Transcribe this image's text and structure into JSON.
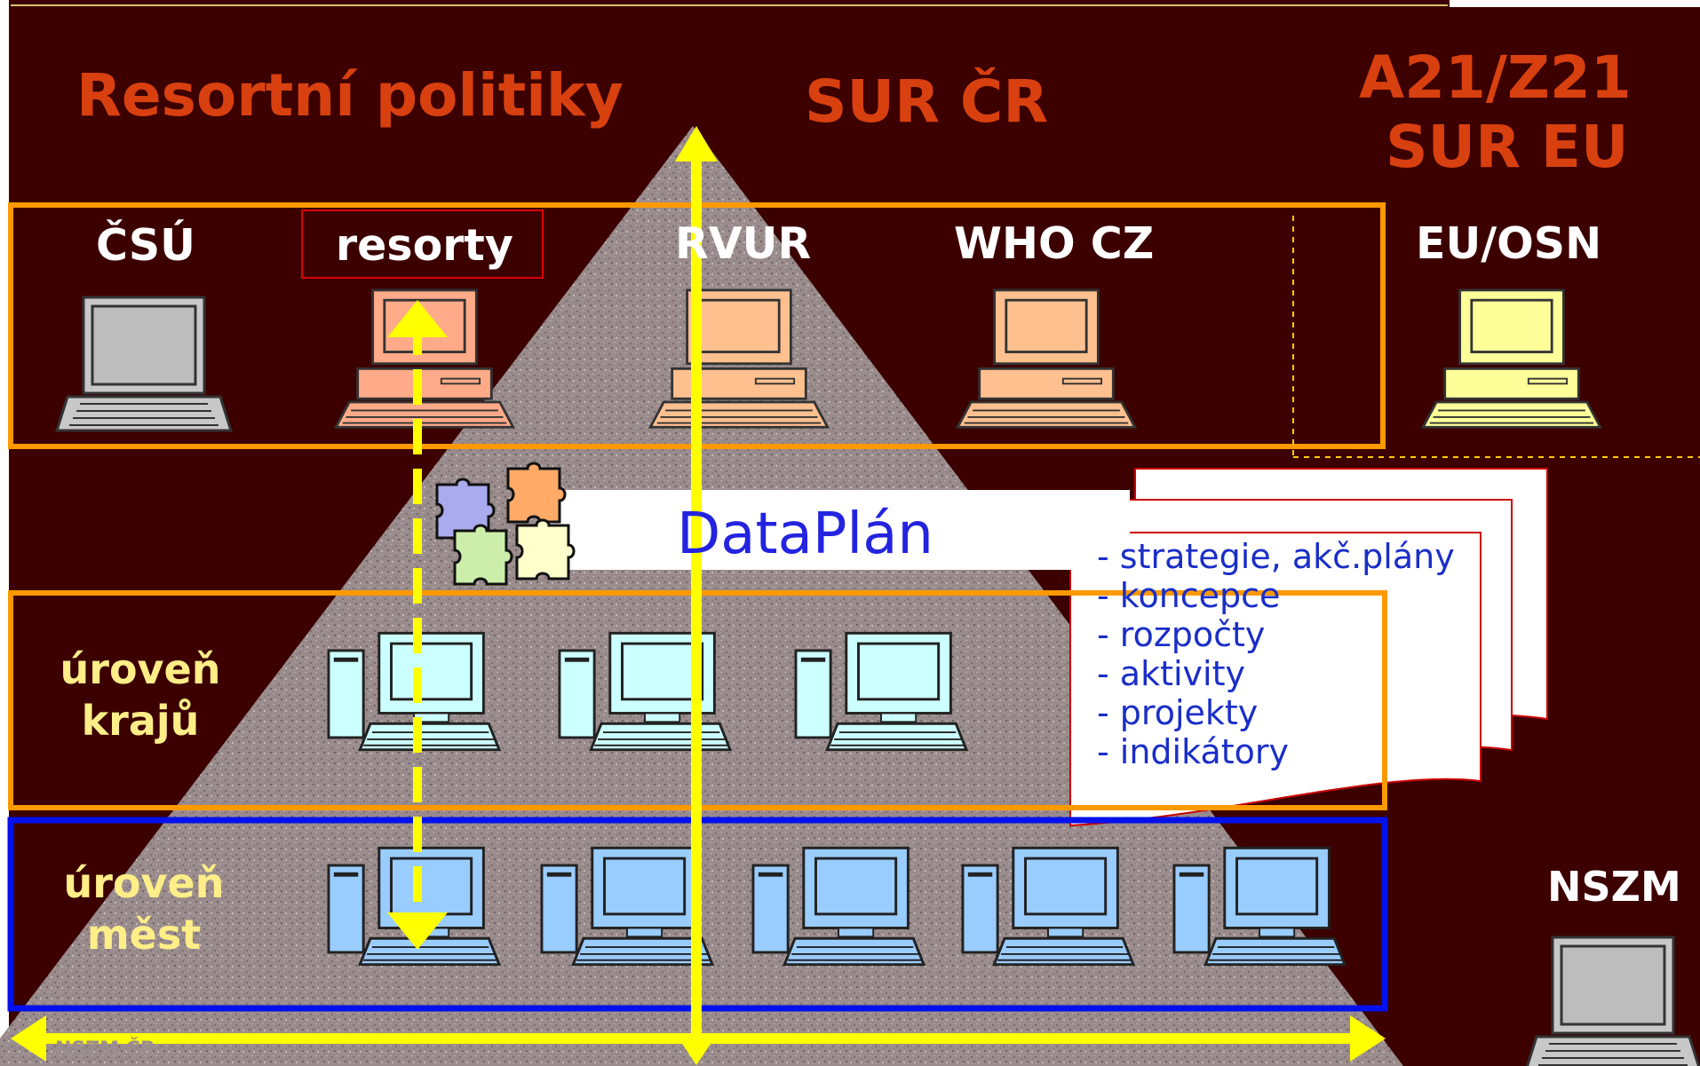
{
  "header": {
    "left_title": "Resortní politiky",
    "center_title": "SUR ČR",
    "right_title_line1": "A21/Z21",
    "right_title_line2": "SUR EU"
  },
  "national_row": {
    "items": [
      {
        "label": "ČSÚ",
        "icon": "laptop-icon",
        "color": "#c0c0c0"
      },
      {
        "label": "resorty",
        "icon": "desktop-computer-icon",
        "color": "#ffaa88"
      },
      {
        "label": "RVUR",
        "icon": "desktop-computer-icon",
        "color": "#ffc090"
      },
      {
        "label": "WHO CZ",
        "icon": "desktop-computer-icon",
        "color": "#ffc090"
      }
    ],
    "eu_label": "EU/OSN",
    "eu_icon": "desktop-computer-icon",
    "eu_color": "#ffff99"
  },
  "dataplan": {
    "label": "DataPlán",
    "icon": "puzzle-icon"
  },
  "documents": {
    "items": [
      "- strategie, akč.plány",
      "- koncepce",
      "- rozpočty",
      "- aktivity",
      "- projekty",
      "- indikátory"
    ]
  },
  "regions_row": {
    "label_line1": "úroveň",
    "label_line2": "krajů",
    "color": "#ccffff"
  },
  "cities_row": {
    "label_line1": "úroveň",
    "label_line2": "měst",
    "color": "#99ccff"
  },
  "nszm": {
    "label": "NSZM",
    "icon": "laptop-icon"
  },
  "watermark": "NSZM ČR",
  "colors": {
    "background": "#3c0000",
    "frame_orange": "#ff9900",
    "frame_blue": "#0011ee",
    "arrow_yellow": "#ffff00",
    "title_orange": "#d9400f",
    "pyramid": "#9a8c8c"
  }
}
